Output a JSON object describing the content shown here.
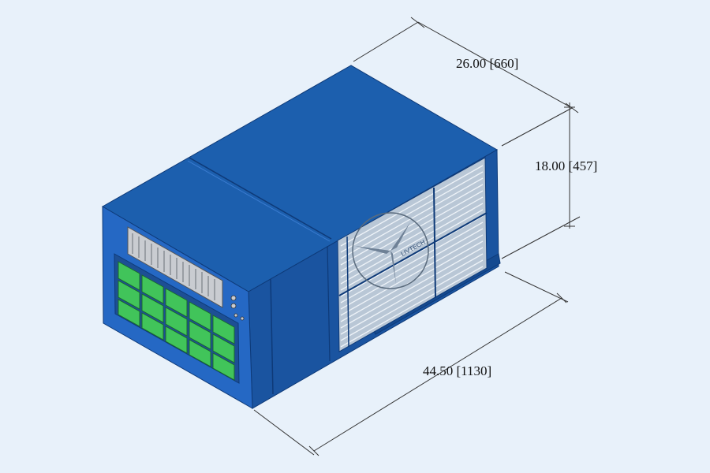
{
  "diagram": {
    "subject": "Isometric drawing of a blue rectangular equipment enclosure with fan grille and front battery/module panel",
    "colors": {
      "background": "#e8f1fa",
      "body_top": "#1c5fae",
      "body_side": "#1a54a0",
      "body_front": "#2568c4",
      "grille": "#dfe6ee",
      "modules": "#41c45a",
      "rack": "#c9ccd1",
      "dimension_line": "#333333"
    },
    "dimensions": {
      "depth": "26.00 [660]",
      "height": "18.00 [457]",
      "length": "44.50 [1130]"
    },
    "logo": "LIVTECH"
  }
}
